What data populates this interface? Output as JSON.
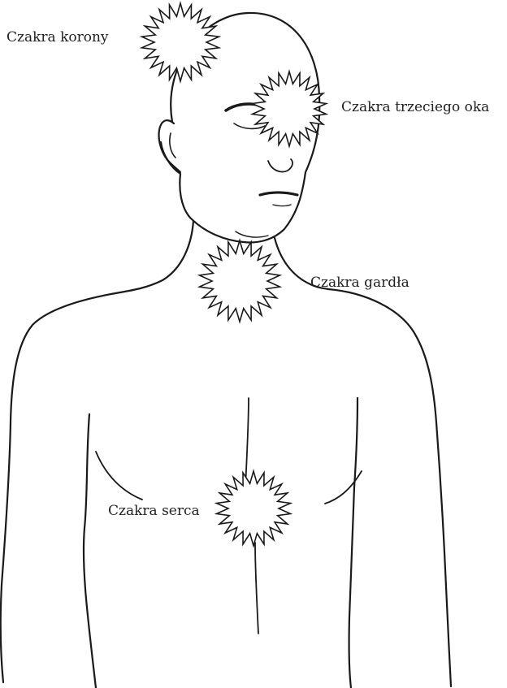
{
  "diagram": {
    "labels": {
      "crown": "Czakra korony",
      "third_eye": "Czakra trzeciego oka",
      "throat": "Czakra gardła",
      "heart": "Czakra serca"
    },
    "colors": {
      "line": "#1a1a1a",
      "burst_fill": "#ffffff",
      "text": "#222222"
    },
    "icons": [
      "starburst-icon"
    ]
  }
}
